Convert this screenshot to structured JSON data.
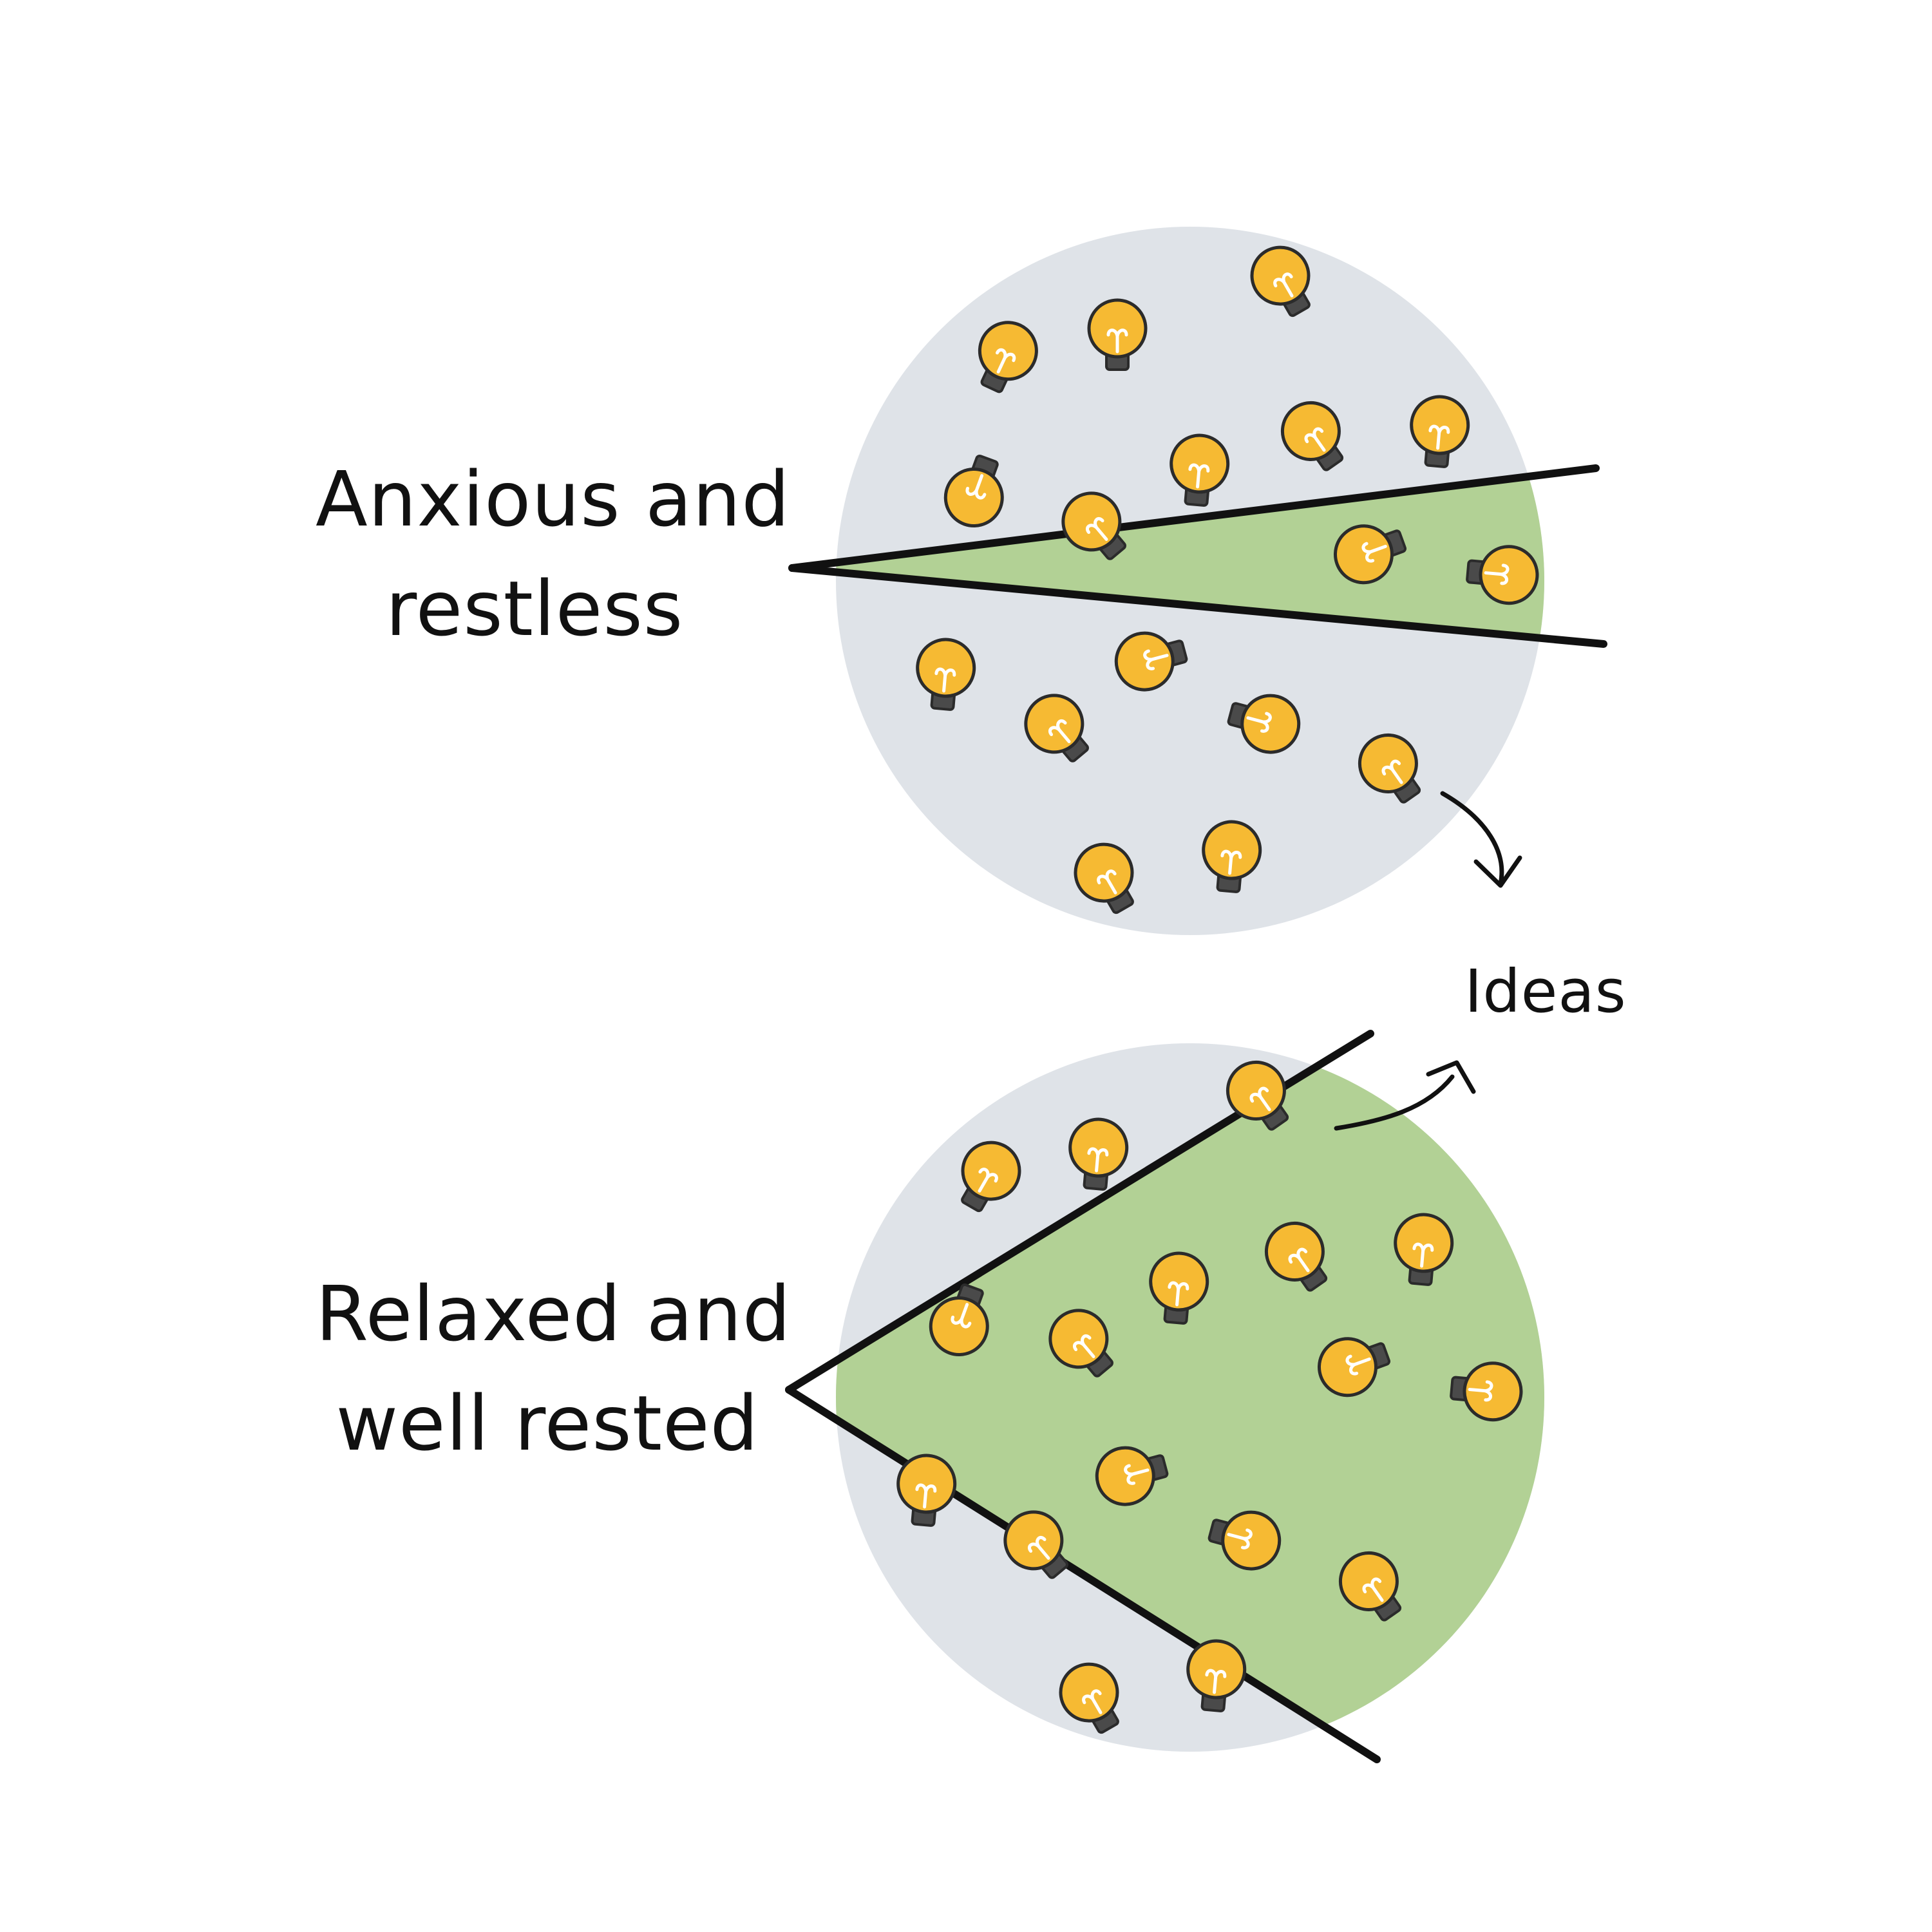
{
  "labels": {
    "top_state": [
      "Anxious and",
      "restless"
    ],
    "bottom_state": [
      "Relaxed and",
      "well rested"
    ],
    "ideas": "Ideas"
  },
  "colors": {
    "circle_fill": "#dfe3e8",
    "focus_fill": "#b2d195",
    "bulb_fill": "#f6ba33",
    "bulb_stroke": "#2b2b2b",
    "bulb_base": "#4a4a4a",
    "line": "#111111"
  },
  "icons": [
    "lightbulb-icon",
    "arrow-icon"
  ]
}
